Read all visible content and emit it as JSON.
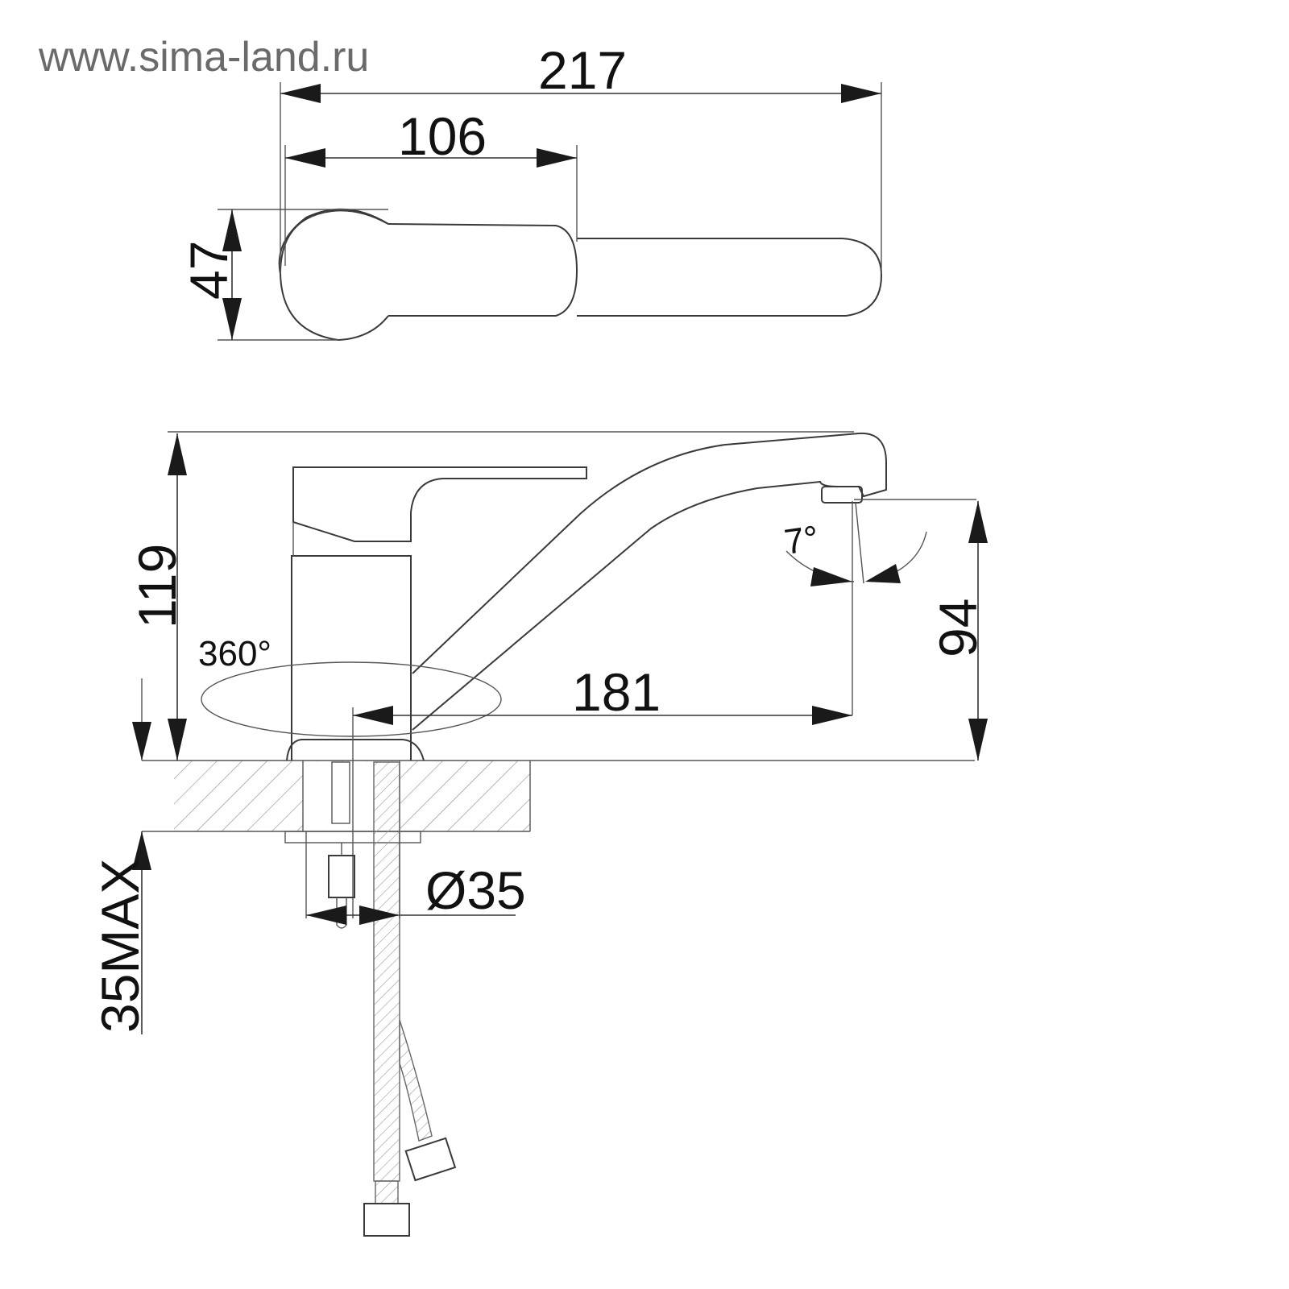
{
  "watermark": "www.sima-land.ru",
  "dimensions": {
    "total_length": "217",
    "handle_length": "106",
    "handle_width": "47",
    "height": "119",
    "spout_height": "94",
    "spout_reach": "181",
    "tilt_angle": "7°",
    "rotation": "360°",
    "diameter": "Ø35",
    "mount_max": "35MAX"
  }
}
